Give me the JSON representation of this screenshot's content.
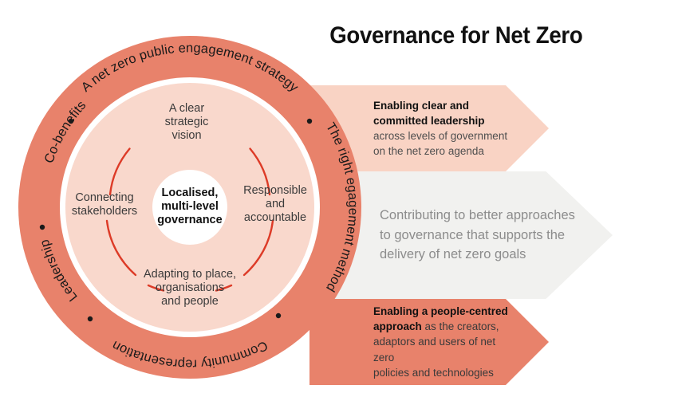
{
  "header": {
    "title": "Governance for Net Zero"
  },
  "wheel": {
    "core": {
      "lines": [
        "Localised,",
        "multi-level",
        "governance"
      ]
    },
    "inner_ring_items": [
      {
        "id": "clear-strategic-vision",
        "lines": [
          "A clear",
          "strategic",
          "vision"
        ],
        "position": "top"
      },
      {
        "id": "responsible-and-accountable",
        "lines": [
          "Responsible",
          "and",
          "accountable"
        ],
        "position": "right"
      },
      {
        "id": "adapting-to-place",
        "lines": [
          "Adapting to place,",
          "organisations",
          "and people"
        ],
        "position": "bottom"
      },
      {
        "id": "connecting-stakeholders",
        "lines": [
          "Connecting",
          "stakeholders"
        ],
        "position": "left"
      }
    ],
    "outer_ring_items": [
      {
        "id": "public-engagement-strategy",
        "label": "A net zero public engagement strategy"
      },
      {
        "id": "engagement-method",
        "label": "The right egagement method"
      },
      {
        "id": "community-representation",
        "label": "Community representation"
      },
      {
        "id": "leadership",
        "label": "Leadership"
      },
      {
        "id": "co-benefits",
        "label": "Co-benefits"
      }
    ],
    "separator_symbol": "•"
  },
  "panels": [
    {
      "id": "enabling-leadership",
      "lead": "Enabling clear and committed leadership",
      "lead_line_1": "Enabling clear and",
      "lead_line_2": "committed leadership",
      "body_line_1": "across levels of government",
      "body_line_2": "on the net zero agenda",
      "background": "#f9d3c4"
    },
    {
      "id": "contributing-outcome",
      "body_line_1": "Contributing to better approaches",
      "body_line_2": "to governance that supports the",
      "body_line_3": "delivery of net zero goals",
      "background": "#f1f1ef"
    },
    {
      "id": "people-centred-approach",
      "lead_line_1": "Enabling a people-centred",
      "lead_inline": "approach",
      "body_rest_1": " as the creators,",
      "body_line_2": "adaptors and users of net zero",
      "body_line_3": "policies and technologies",
      "background": "#e8826b"
    }
  ],
  "colors": {
    "outer_ring": "#e8826b",
    "inner_disc": "#f9d8cc",
    "core": "#ffffff",
    "accent_arc": "#dd3b27",
    "gray_panel": "#f1f1ef",
    "title": "#111111"
  }
}
